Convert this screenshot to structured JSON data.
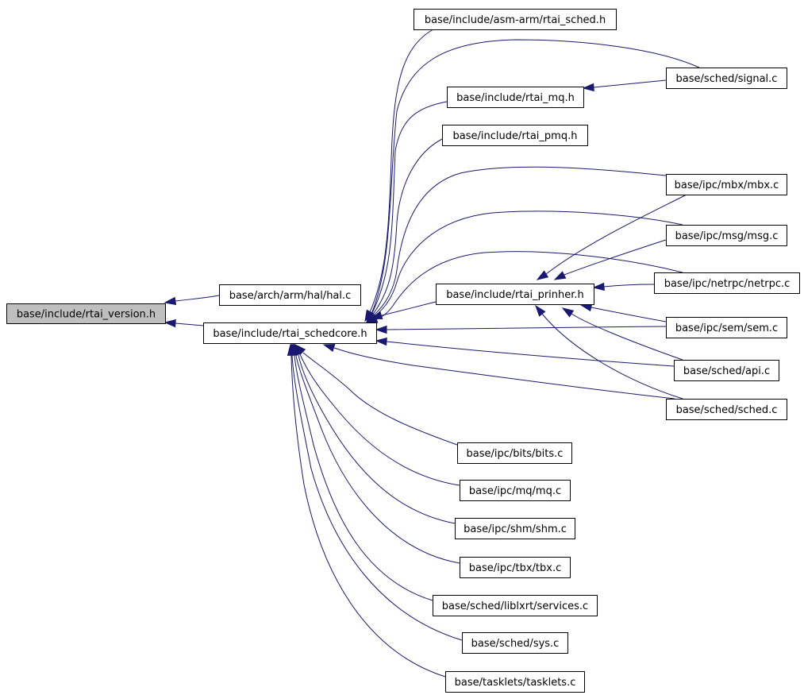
{
  "graph": {
    "title": "",
    "colors": {
      "edge": "#191970",
      "root_fill": "#bfbfbf",
      "node_fill": "#ffffff",
      "border": "#000000"
    },
    "nodes": [
      {
        "id": "rtai_version",
        "label": "base/include/rtai_version.h",
        "root": true
      },
      {
        "id": "hal_c",
        "label": "base/arch/arm/hal/hal.c"
      },
      {
        "id": "schedcore",
        "label": "base/include/rtai_schedcore.h"
      },
      {
        "id": "asm_sched",
        "label": "base/include/asm-arm/rtai_sched.h"
      },
      {
        "id": "rtai_mq",
        "label": "base/include/rtai_mq.h"
      },
      {
        "id": "rtai_pmq",
        "label": "base/include/rtai_pmq.h"
      },
      {
        "id": "prinher",
        "label": "base/include/rtai_prinher.h"
      },
      {
        "id": "signal_c",
        "label": "base/sched/signal.c"
      },
      {
        "id": "mbx_c",
        "label": "base/ipc/mbx/mbx.c"
      },
      {
        "id": "msg_c",
        "label": "base/ipc/msg/msg.c"
      },
      {
        "id": "netrpc_c",
        "label": "base/ipc/netrpc/netrpc.c"
      },
      {
        "id": "sem_c",
        "label": "base/ipc/sem/sem.c"
      },
      {
        "id": "api_c",
        "label": "base/sched/api.c"
      },
      {
        "id": "sched_c",
        "label": "base/sched/sched.c"
      },
      {
        "id": "bits_c",
        "label": "base/ipc/bits/bits.c"
      },
      {
        "id": "mq_c",
        "label": "base/ipc/mq/mq.c"
      },
      {
        "id": "shm_c",
        "label": "base/ipc/shm/shm.c"
      },
      {
        "id": "tbx_c",
        "label": "base/ipc/tbx/tbx.c"
      },
      {
        "id": "services_c",
        "label": "base/sched/liblxrt/services.c"
      },
      {
        "id": "sys_c",
        "label": "base/sched/sys.c"
      },
      {
        "id": "tasklets_c",
        "label": "base/tasklets/tasklets.c"
      }
    ],
    "edges": [
      {
        "from": "hal_c",
        "to": "rtai_version"
      },
      {
        "from": "schedcore",
        "to": "rtai_version"
      },
      {
        "from": "asm_sched",
        "to": "schedcore"
      },
      {
        "from": "signal_c",
        "to": "schedcore"
      },
      {
        "from": "rtai_mq",
        "to": "schedcore"
      },
      {
        "from": "rtai_pmq",
        "to": "schedcore"
      },
      {
        "from": "mbx_c",
        "to": "schedcore"
      },
      {
        "from": "msg_c",
        "to": "schedcore"
      },
      {
        "from": "netrpc_c",
        "to": "schedcore"
      },
      {
        "from": "prinher",
        "to": "schedcore"
      },
      {
        "from": "sem_c",
        "to": "schedcore"
      },
      {
        "from": "api_c",
        "to": "schedcore"
      },
      {
        "from": "sched_c",
        "to": "schedcore"
      },
      {
        "from": "bits_c",
        "to": "schedcore"
      },
      {
        "from": "mq_c",
        "to": "schedcore"
      },
      {
        "from": "shm_c",
        "to": "schedcore"
      },
      {
        "from": "tbx_c",
        "to": "schedcore"
      },
      {
        "from": "services_c",
        "to": "schedcore"
      },
      {
        "from": "sys_c",
        "to": "schedcore"
      },
      {
        "from": "tasklets_c",
        "to": "schedcore"
      },
      {
        "from": "signal_c",
        "to": "rtai_mq"
      },
      {
        "from": "mbx_c",
        "to": "prinher"
      },
      {
        "from": "msg_c",
        "to": "prinher"
      },
      {
        "from": "netrpc_c",
        "to": "prinher"
      },
      {
        "from": "sem_c",
        "to": "prinher"
      },
      {
        "from": "api_c",
        "to": "prinher"
      },
      {
        "from": "sched_c",
        "to": "prinher"
      }
    ]
  }
}
